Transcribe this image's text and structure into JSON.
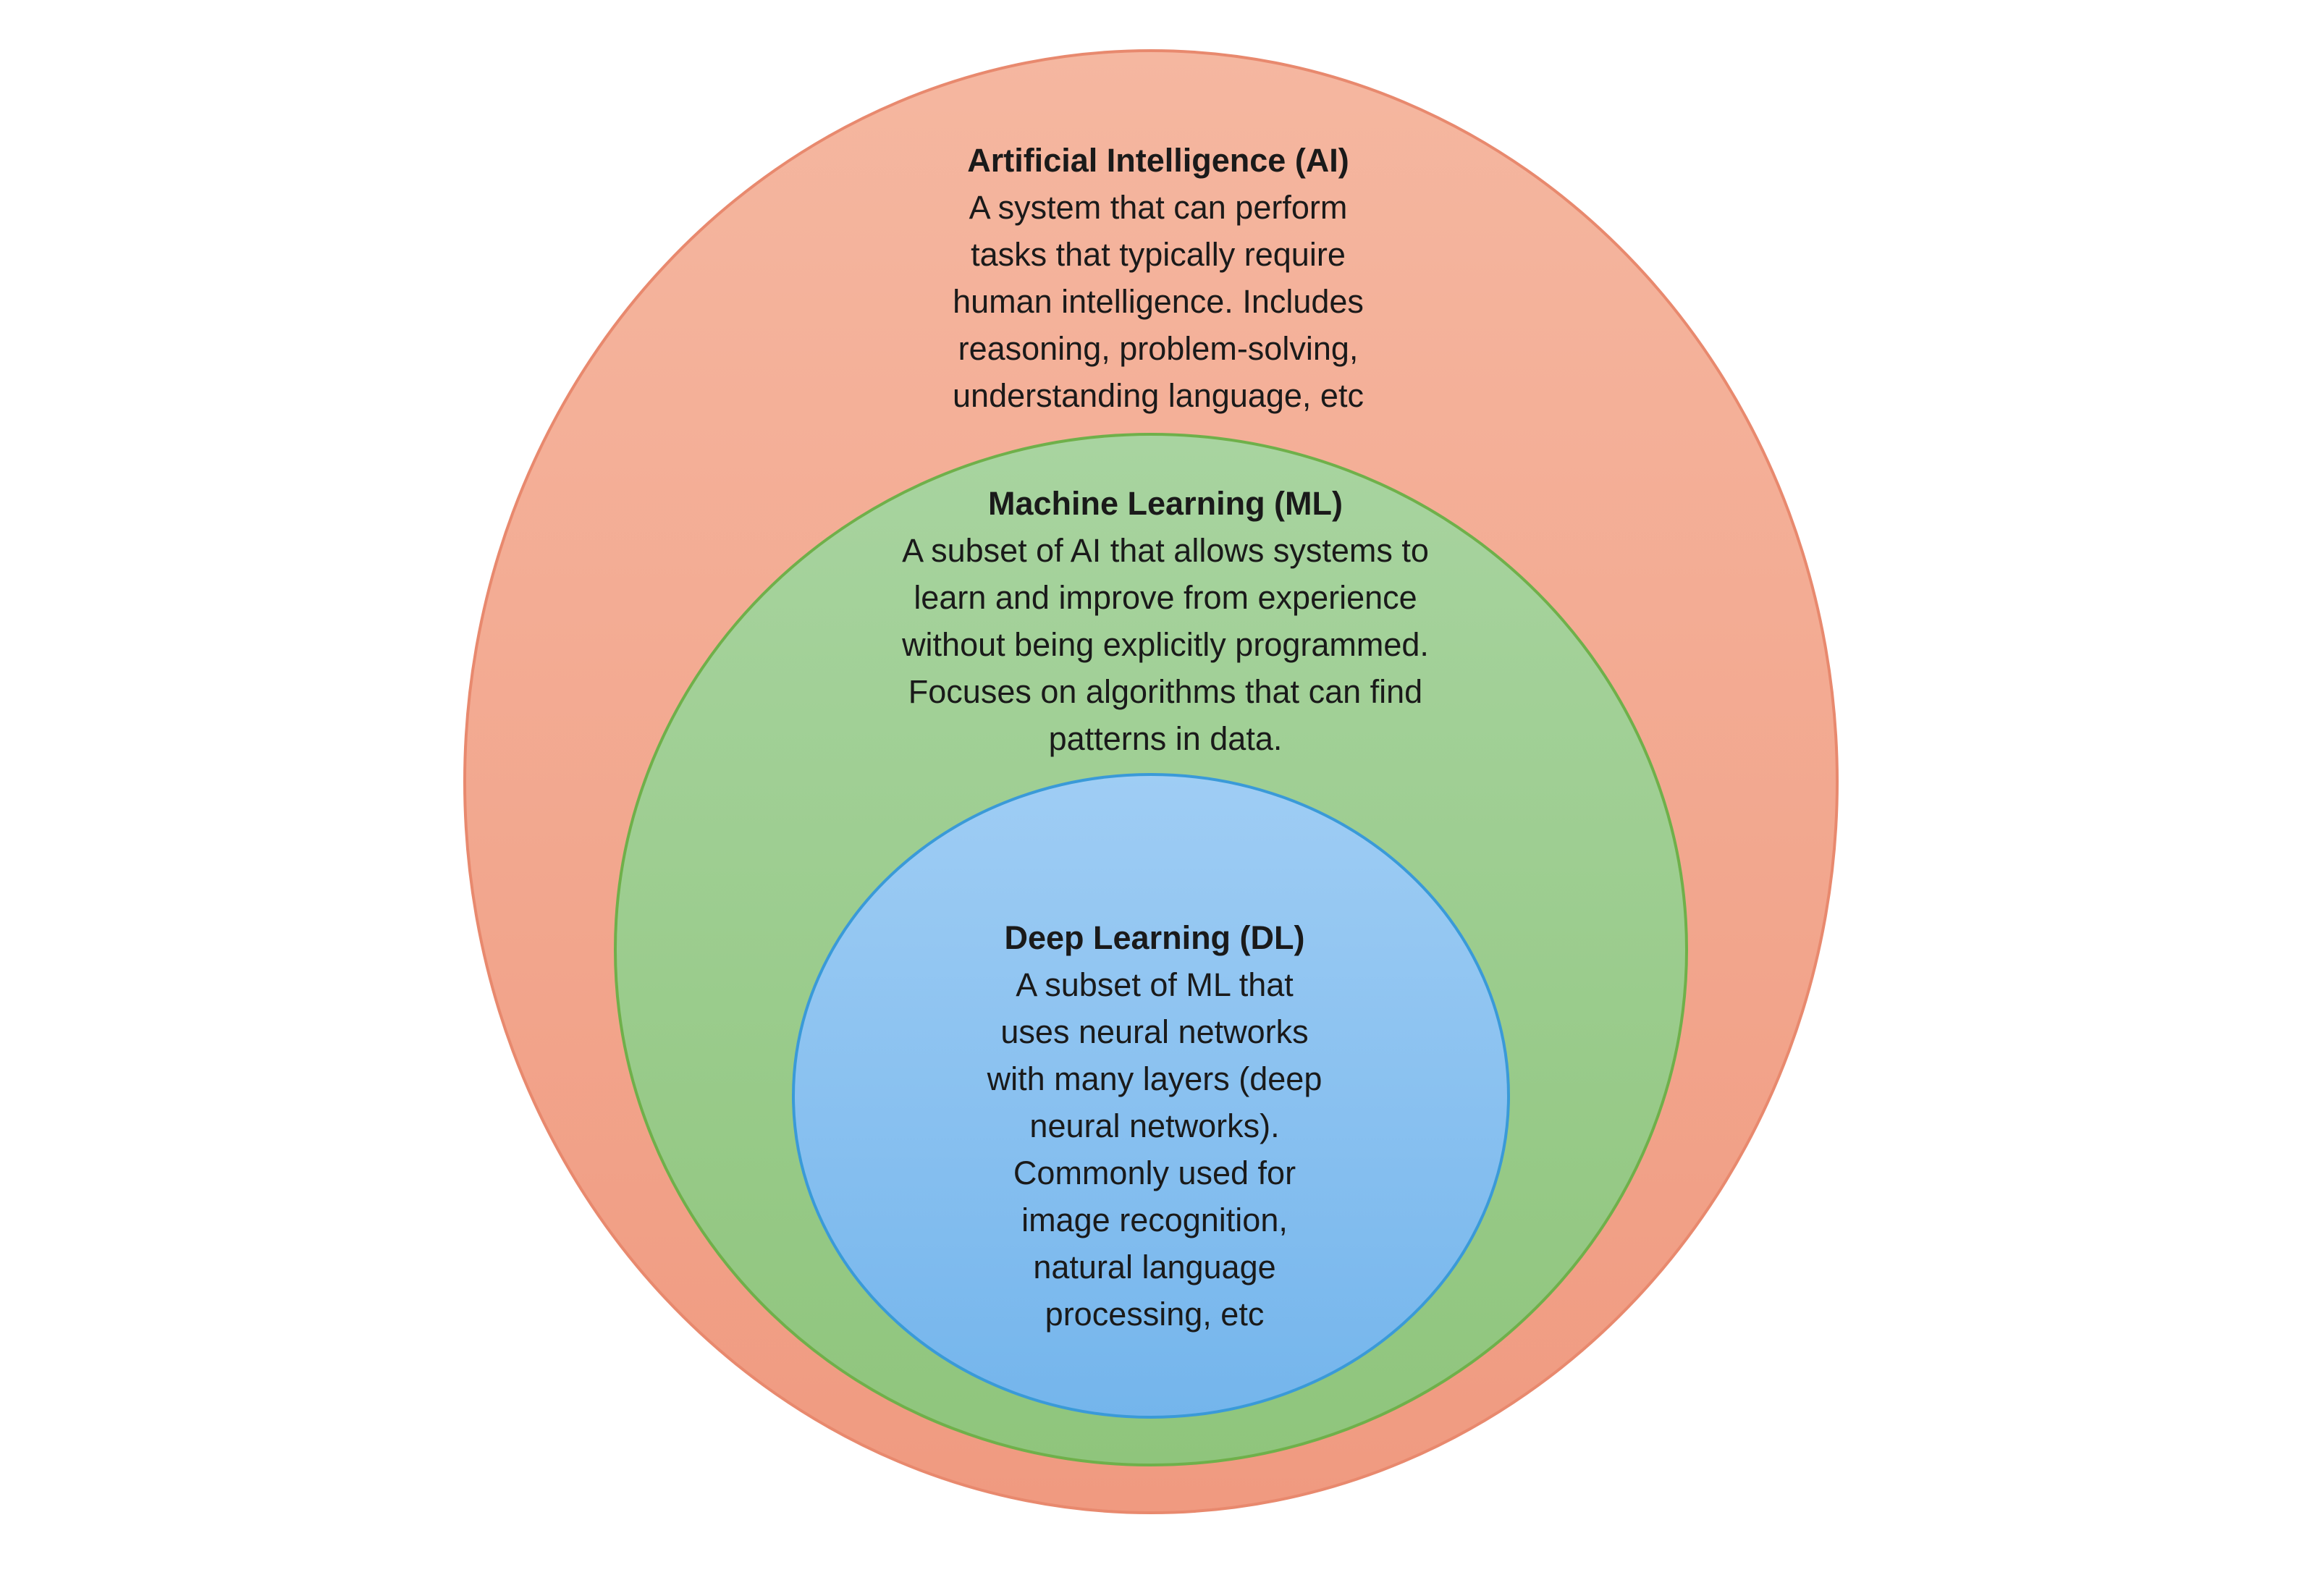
{
  "colors": {
    "ai_fill_top": "#f5b7a0",
    "ai_fill_bottom": "#f09a80",
    "ai_stroke": "#e8896e",
    "ml_fill_top": "#a8d4a0",
    "ml_fill_bottom": "#8fc57c",
    "ml_stroke": "#6fb04a",
    "dl_fill_top": "#9fcdf4",
    "dl_fill_bottom": "#74b5ec",
    "dl_stroke": "#3a9ad8",
    "text": "#1a1a1a"
  },
  "ai": {
    "title": "Artificial Intelligence (AI)",
    "lines": [
      "A system that can perform",
      "tasks that typically require",
      "human intelligence. Includes",
      "reasoning, problem-solving,",
      "understanding language, etc"
    ]
  },
  "ml": {
    "title": "Machine Learning (ML)",
    "lines": [
      "A subset of AI that allows systems to",
      "learn and improve from experience",
      "without being explicitly programmed.",
      "Focuses on algorithms that can find",
      "patterns in data."
    ]
  },
  "dl": {
    "title": "Deep Learning (DL)",
    "lines": [
      "A subset of ML that",
      "uses neural networks",
      "with many layers (deep",
      "neural networks).",
      "Commonly used for",
      "image recognition,",
      "natural language",
      "processing, etc"
    ]
  }
}
